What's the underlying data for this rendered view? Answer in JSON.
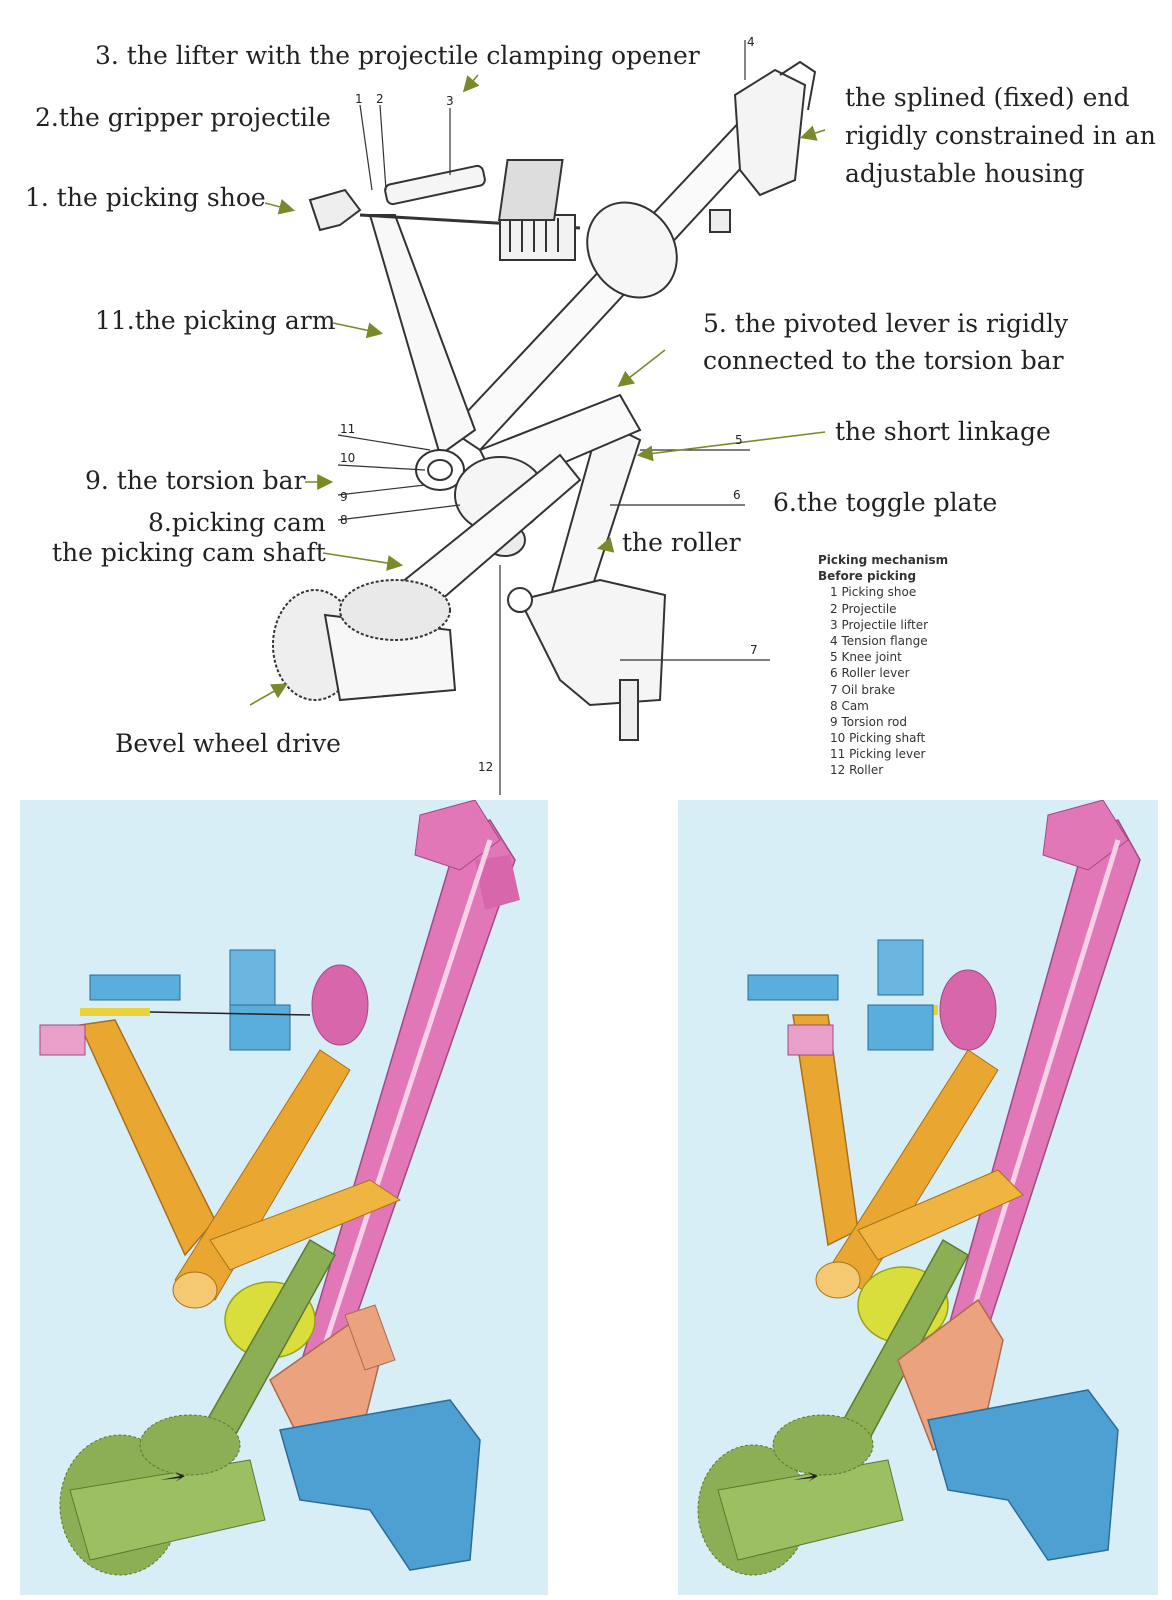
{
  "labels": {
    "lifter": "3. the lifter with the projectile clamping opener",
    "gripper": "2.the gripper projectile",
    "shoe": "1. the picking shoe",
    "arm": "11.the picking arm",
    "torsion_bar": "9. the torsion bar",
    "cam": "8.picking cam",
    "cam_shaft": "the picking cam shaft",
    "bevel": "Bevel wheel drive",
    "splined_1": "the splined (fixed) end",
    "splined_2": "rigidly constrained in an",
    "splined_3": "adjustable housing",
    "pivoted_1": "5. the pivoted lever is rigidly",
    "pivoted_2": "connected to the torsion bar",
    "short_linkage": "the short linkage",
    "toggle": "6.the toggle plate",
    "roller": "the roller"
  },
  "numbers": {
    "n1": "1",
    "n2": "2",
    "n3": "3",
    "n4": "4",
    "n5": "5",
    "n6": "6",
    "n7": "7",
    "n8": "8",
    "n9": "9",
    "n10": "10",
    "n11": "11",
    "n12": "12"
  },
  "legend": {
    "title": "Picking mechanism",
    "subtitle": "Before picking",
    "items": [
      "1 Picking shoe",
      "2 Projectile",
      "3 Projectile lifter",
      "4 Tension flange",
      "5 Knee joint",
      "6 Roller lever",
      "7 Oil brake",
      "8 Cam",
      "9 Torsion rod",
      "10 Picking shaft",
      "11 Picking lever",
      "12 Roller"
    ]
  },
  "colors": {
    "torsion_bar": "#e277b8",
    "picking_arm": "#e9a630",
    "cam": "#d9de3c",
    "cam_shaft": "#8caf55",
    "toggle": "#eba27f",
    "housing": "#4fa0d2",
    "panel_bg": "#d8eef7",
    "label_arrow": "#7a8a2a"
  }
}
